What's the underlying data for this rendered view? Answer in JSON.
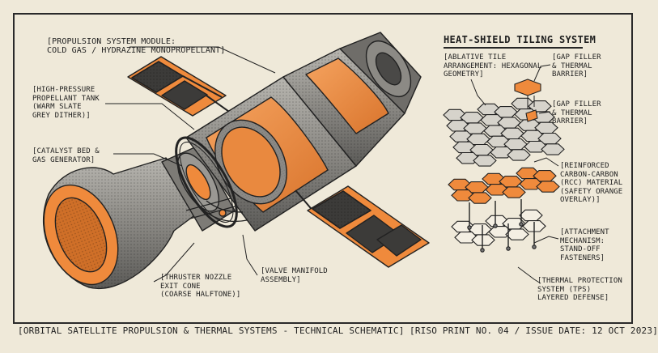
{
  "labels": {
    "propulsion_module": "[PROPULSION SYSTEM MODULE:\nCOLD GAS / HYDRAZINE MONOPROPELLANT]",
    "propellant_tank": "[HIGH-PRESSURE\nPROPELLANT TANK\n(WARM SLATE\nGREY DITHER)]",
    "catalyst_bed": "[CATALYST BED &\nGAS GENERATOR]",
    "thruster_nozzle": "[THRUSTER NOZZLE\nEXIT CONE\n(COARSE HALFTONE)]",
    "valve_manifold": "[VALVE MANIFOLD\nASSEMBLY]",
    "ablative_tile": "[ABLATIVE TILE\nARRANGEMENT: HEXAGONAL\nGEOMETRY]",
    "gap_filler_1": "[GAP FILLER\n& THERMAL\nBARRIER]",
    "gap_filler_2": "[GAP FILLER\n& THERMAL\nBARRIER]",
    "rcc_material": "[REINFORCED\nCARBON-CARBON\n(RCC) MATERIAL\n(SAFETY ORANGE\nOVERLAY)]",
    "attachment": "[ATTACHMENT\nMECHANISM:\nSTAND-OFF\nFASTENERS]",
    "tps": "[THERMAL PROTECTION\nSYSTEM (TPS)\nLAYERED DEFENSE]"
  },
  "heat_shield_title": "HEAT-SHIELD TILING SYSTEM",
  "footer": {
    "left": "[ORBITAL SATELLITE PROPULSION & THERMAL SYSTEMS - TECHNICAL SCHEMATIC]",
    "right": "[RISO PRINT NO. 04 / ISSUE DATE: 12 OCT 2023]"
  },
  "colors": {
    "paper": "#efe9d9",
    "ink": "#262626",
    "slate_grey": "#8a8a86",
    "safety_orange": "#ef8a3c",
    "light_tile": "#d6d3cb"
  }
}
